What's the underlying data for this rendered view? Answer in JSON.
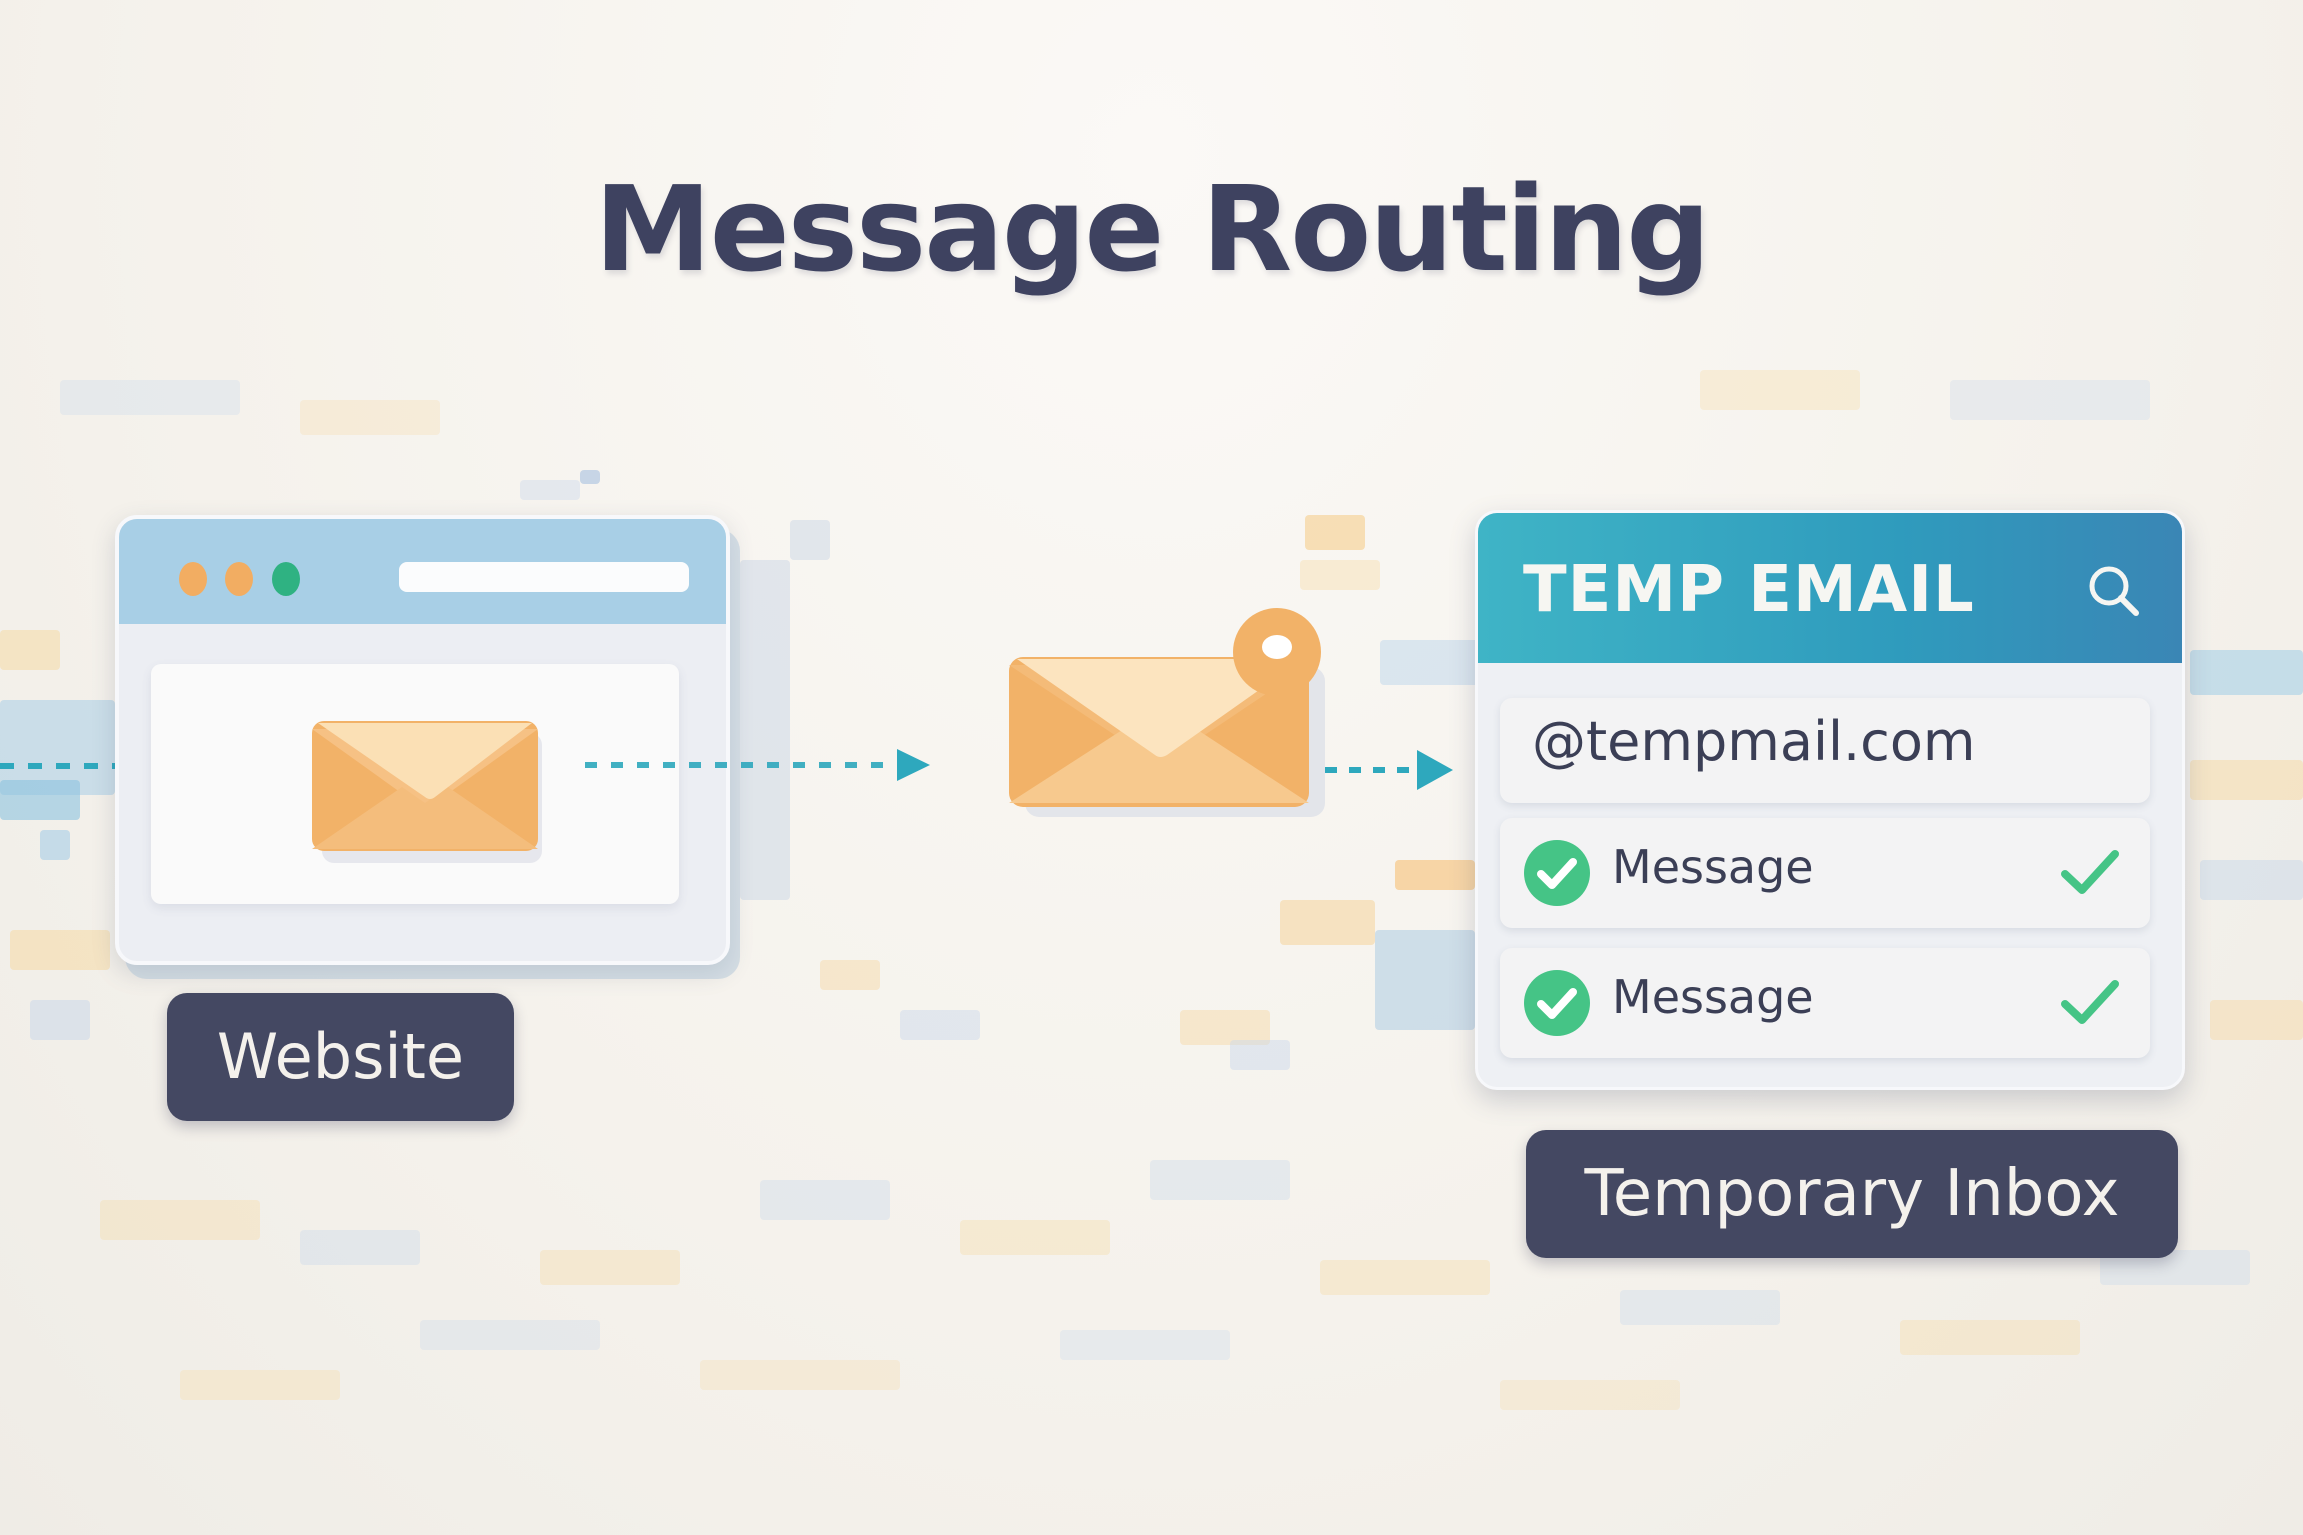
{
  "title": "Message Routing",
  "colors": {
    "title": "#3e4260",
    "label_bg": "#444862",
    "label_text": "#f4f1ec",
    "arrow": "#2ea8bd",
    "envelope": "#f2b268",
    "envelope_light": "#fbe0b5",
    "header_gradient_start": "#3fb4c6",
    "header_gradient_end": "#3a86b5",
    "check_green": "#45c486",
    "browser_bar": "#a8cfe6"
  },
  "website": {
    "window_dots": [
      {
        "name": "dot-1",
        "color": "#f2ad62"
      },
      {
        "name": "dot-2",
        "color": "#f2ad62"
      },
      {
        "name": "dot-3",
        "color": "#2fb282"
      }
    ],
    "icon": "envelope-icon",
    "label": "Website"
  },
  "transit": {
    "icon": "envelope-notification-icon",
    "badge_icon": "notification-dot-icon"
  },
  "inbox": {
    "header_title": "TEMP EMAIL",
    "search_icon": "search-icon",
    "address": "@tempmail.com",
    "messages": [
      {
        "label": "Message",
        "status_icon": "check-circle-icon",
        "trailing_icon": "checkmark-icon"
      },
      {
        "label": "Message",
        "status_icon": "check-circle-icon",
        "trailing_icon": "checkmark-icon"
      }
    ],
    "label": "Temporary Inbox"
  },
  "arrows": [
    {
      "name": "arrow-website-to-transit",
      "style": "dashed"
    },
    {
      "name": "arrow-transit-to-inbox",
      "style": "dashed"
    }
  ]
}
